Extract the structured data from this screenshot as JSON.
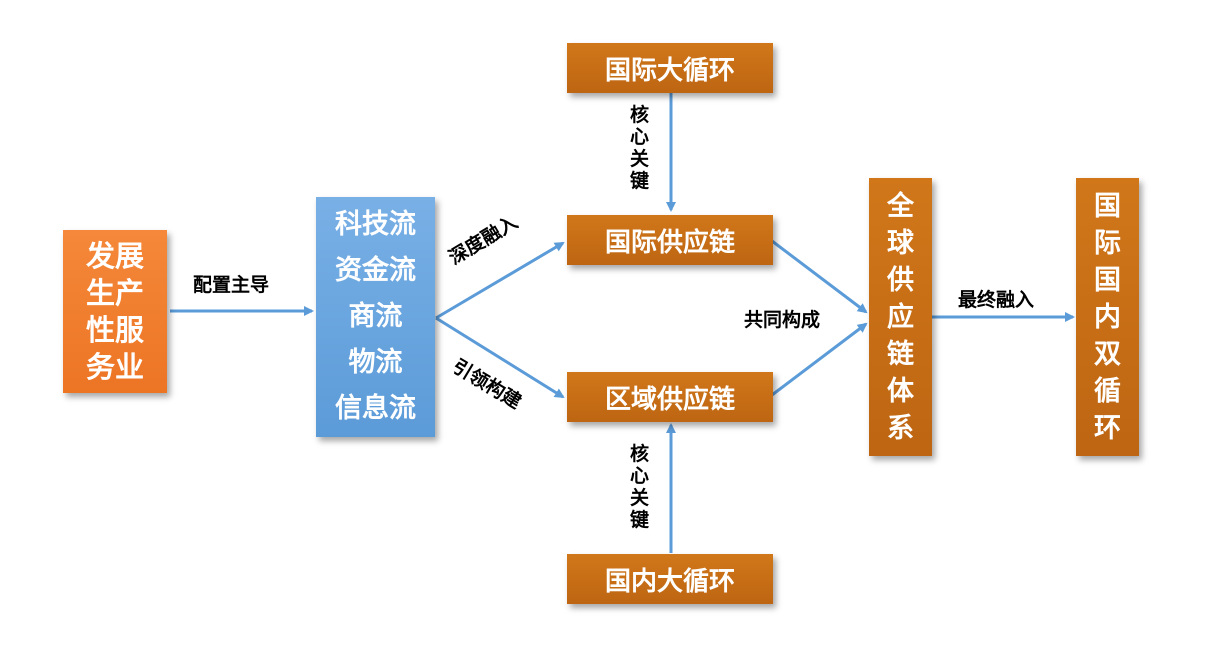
{
  "colors": {
    "orange_box": "#ef7a2a",
    "brown_box": "#c46b15",
    "blue_box": "#5b9bd8",
    "arrow": "#5b9bd8",
    "text_light": "#ffffff",
    "text_dark": "#000000"
  },
  "boxes": {
    "producer_services": [
      "发展",
      "生产",
      "性服",
      "务业"
    ],
    "flows": [
      "科技流",
      "资金流",
      "商流",
      "物流",
      "信息流"
    ],
    "intl_big_cycle": "国际大循环",
    "intl_supply_chain": "国际供应链",
    "regional_supply_chain": "区域供应链",
    "domestic_big_cycle": "国内大循环",
    "global_supply_system": [
      "全",
      "球",
      "供",
      "应",
      "链",
      "体",
      "系"
    ],
    "dual_cycle": [
      "国",
      "际",
      "国",
      "内",
      "双",
      "循",
      "环"
    ]
  },
  "labels": {
    "allocate_lead": "配置主导",
    "deep_integrate": "深度融入",
    "lead_build": "引领构建",
    "core_key_top": [
      "核",
      "心",
      "关",
      "键"
    ],
    "core_key_bottom": [
      "核",
      "心",
      "关",
      "键"
    ],
    "jointly_form": "共同构成",
    "final_integrate": "最终融入"
  }
}
